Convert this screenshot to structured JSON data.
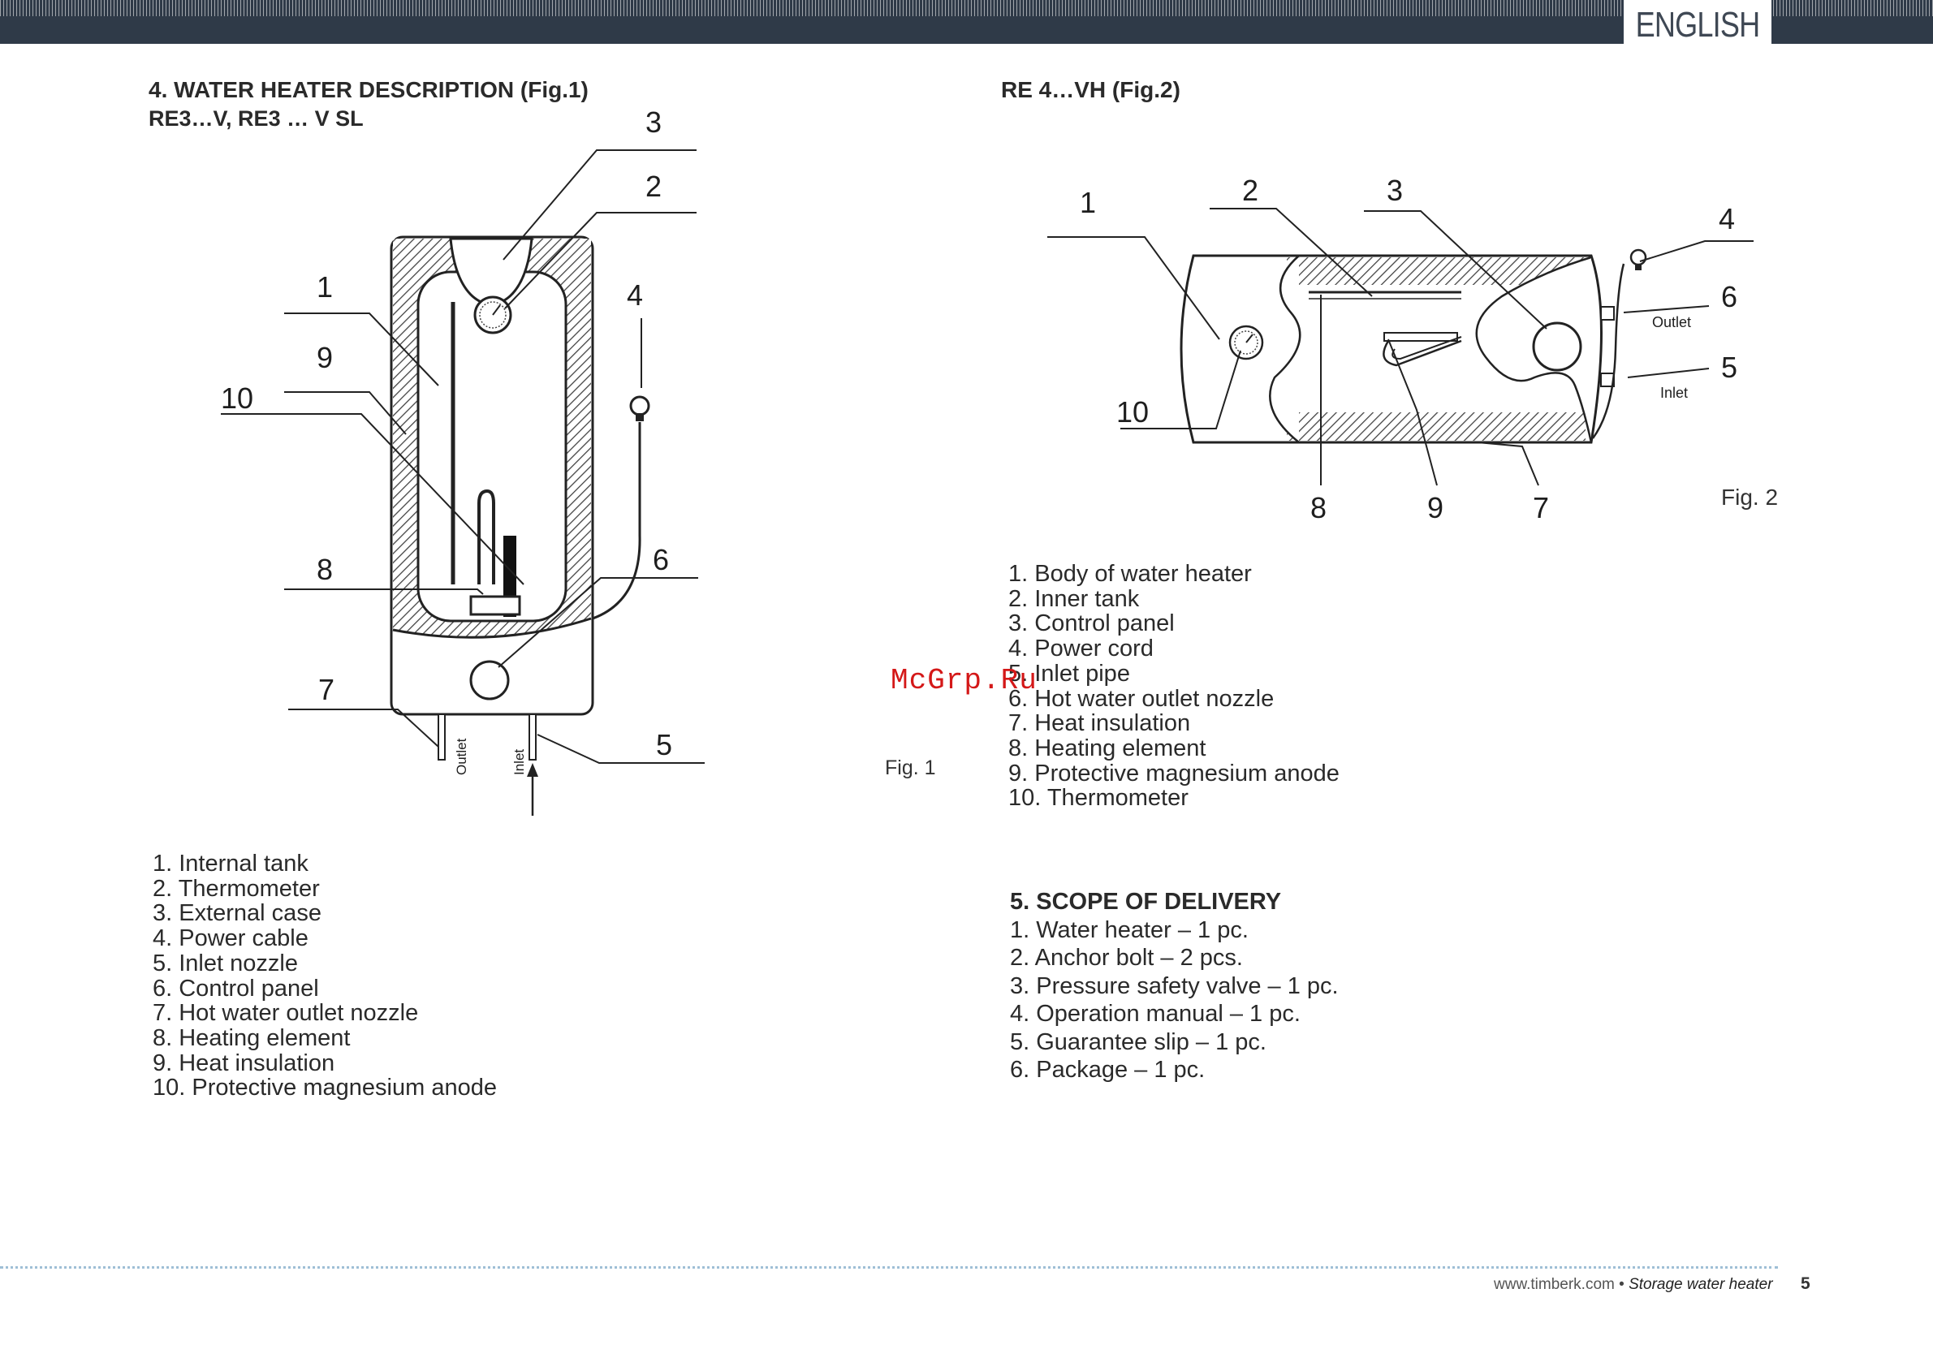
{
  "header": {
    "language": "ENGLISH"
  },
  "section4": {
    "title": "4. WATER HEATER DESCRIPTION (Fig.1)",
    "subtitle": "RE3…V, RE3 … V SL",
    "fig1": {
      "callouts": [
        "1",
        "2",
        "3",
        "4",
        "5",
        "6",
        "7",
        "8",
        "9",
        "10"
      ],
      "outlet_label": "Outlet",
      "inlet_label": "Inlet",
      "caption": "Fig. 1"
    },
    "legend": [
      "1. Internal tank",
      "2. Thermometer",
      "3. External case",
      "4. Power cable",
      "5. Inlet nozzle",
      "6. Control panel",
      "7. Hot water outlet nozzle",
      "8. Heating element",
      "9. Heat insulation",
      "10. Protective magnesium anode"
    ]
  },
  "fig2": {
    "title": "RE 4…VH (Fig.2)",
    "callouts": [
      "1",
      "2",
      "3",
      "4",
      "5",
      "6",
      "7",
      "8",
      "9",
      "10"
    ],
    "outlet_label": "Outlet",
    "inlet_label": "Inlet",
    "caption": "Fig. 2",
    "legend": [
      "1. Body of water heater",
      "2. Inner tank",
      "3. Control panel",
      "4. Power cord",
      "5. Inlet pipe",
      "6. Hot water outlet nozzle",
      "7. Heat insulation",
      "8. Heating element",
      "9. Protective magnesium anode",
      "10. Thermometer"
    ]
  },
  "section5": {
    "title": "5. SCOPE OF DELIVERY",
    "items": [
      "1. Water heater – 1 pc.",
      "2. Anchor bolt – 2 pcs.",
      "3. Pressure safety valve – 1 pc.",
      "4. Operation manual – 1 pc.",
      "5. Guarantee slip – 1 pc.",
      "6. Package – 1 pc."
    ]
  },
  "watermark": "McGrp.Ru",
  "footer": {
    "website": "www.timberk.com",
    "separator": " • ",
    "doc_title": "Storage water heater",
    "page_number": "5"
  }
}
